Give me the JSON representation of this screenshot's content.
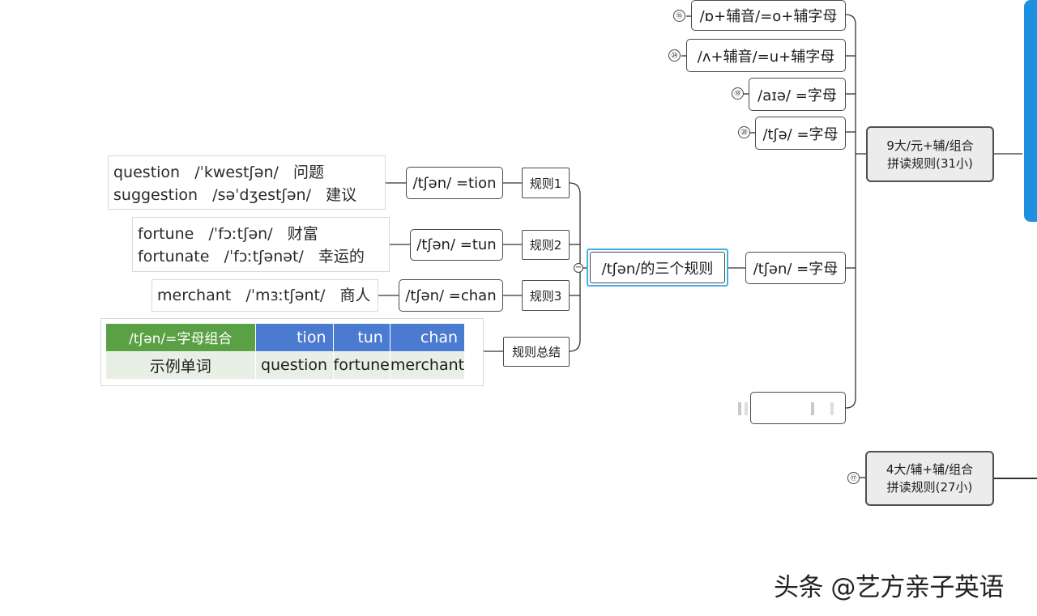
{
  "center_topic": "/tʃən/的三个规则",
  "rules": [
    {
      "label": "规则1",
      "formula": "/tʃən/ =tion",
      "examples": [
        "question   /ˈkwestʃən/   问题",
        "suggestion   /səˈdʒestʃən/   建议"
      ]
    },
    {
      "label": "规则2",
      "formula": "/tʃən/ =tun",
      "examples": [
        "fortune   /ˈfɔːtʃən/   财富",
        "fortunate   /ˈfɔːtʃənət/   幸运的"
      ]
    },
    {
      "label": "规则3",
      "formula": "/tʃən/ =chan",
      "examples": [
        "merchant   /ˈmɜːtʃənt/   商人"
      ]
    },
    {
      "label": "规则总结"
    }
  ],
  "summary_table": {
    "header": [
      "/tʃən/=字母组合",
      "tion",
      "tun",
      "chan"
    ],
    "row": [
      "示例单词",
      "question",
      "fortune",
      "merchant"
    ]
  },
  "parent_topic": "/tʃən/ =字母",
  "siblings": [
    {
      "badge": "⑮",
      "text": "/ɒ+辅音/=o+辅字母"
    },
    {
      "badge": "㉔",
      "text": "/ʌ+辅音/=u+辅字母"
    },
    {
      "badge": "⑱",
      "text": "/aɪə/ =字母"
    },
    {
      "badge": "⑳",
      "text": "/tʃə/ =字母"
    }
  ],
  "group_nodes": [
    {
      "line1": "9大/元+辅/组合",
      "line2": "拼读规则(31小)"
    },
    {
      "badge": "⑰",
      "line1": "4大/辅+辅/组合",
      "line2": "拼读规则(27小)"
    }
  ],
  "watermark": "头条 @艺方亲子英语",
  "colors": {
    "accent_border": "#3fb3e6",
    "table_green": "#5aa145",
    "table_blue": "#4a7bd0",
    "side_bar": "#1f8fe0"
  }
}
